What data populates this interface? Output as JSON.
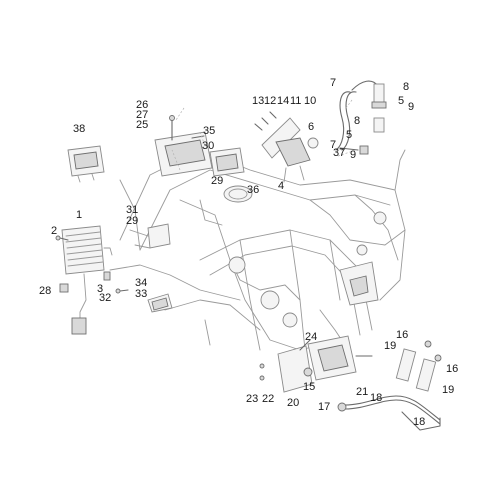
{
  "callouts": [
    "1",
    "2",
    "3",
    "4",
    "5",
    "5",
    "6",
    "7",
    "7",
    "8",
    "8",
    "9",
    "9",
    "10",
    "11",
    "12",
    "13",
    "14",
    "15",
    "16",
    "16",
    "17",
    "18",
    "18",
    "19",
    "19",
    "20",
    "21",
    "22",
    "23",
    "24",
    "25",
    "26",
    "27",
    "28",
    "29",
    "29",
    "30",
    "31",
    "32",
    "33",
    "34",
    "35",
    "36",
    "37",
    "38"
  ]
}
